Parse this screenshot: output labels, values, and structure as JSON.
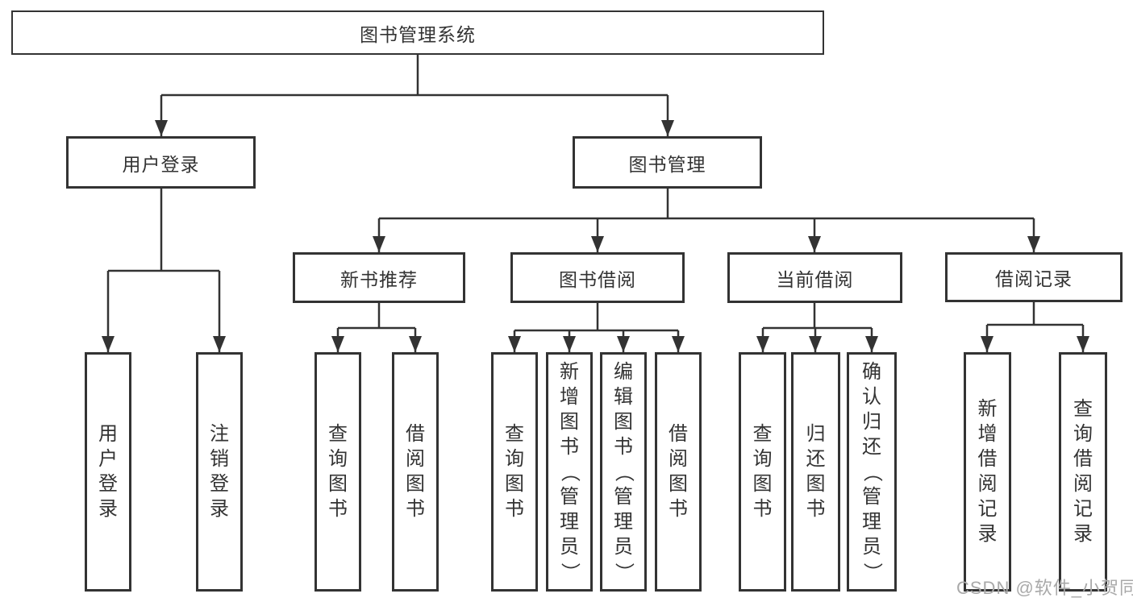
{
  "diagram": {
    "root": {
      "label": "图书管理系统"
    },
    "level2": [
      {
        "id": "user-login",
        "label": "用户登录"
      },
      {
        "id": "book-management",
        "label": "图书管理"
      }
    ],
    "level3": [
      {
        "id": "new-book-recommend",
        "label": "新书推荐"
      },
      {
        "id": "book-borrow",
        "label": "图书借阅"
      },
      {
        "id": "current-borrow",
        "label": "当前借阅"
      },
      {
        "id": "borrow-records",
        "label": "借阅记录"
      }
    ],
    "leaves": [
      {
        "id": "user-login-leaf",
        "label": "用户登录"
      },
      {
        "id": "logout-leaf",
        "label": "注销登录"
      },
      {
        "id": "search-books-recommend",
        "label": "查询图书"
      },
      {
        "id": "borrow-books-recommend",
        "label": "借阅图书"
      },
      {
        "id": "search-books-borrow",
        "label": "查询图书"
      },
      {
        "id": "add-book-admin",
        "label": "新增图书（管理员）"
      },
      {
        "id": "edit-book-admin",
        "label": "编辑图书（管理员）"
      },
      {
        "id": "borrow-book",
        "label": "借阅图书"
      },
      {
        "id": "search-books-current",
        "label": "查询图书"
      },
      {
        "id": "return-book",
        "label": "归还图书"
      },
      {
        "id": "confirm-return-admin",
        "label": "确认归还（管理员）"
      },
      {
        "id": "add-borrow-record",
        "label": "新增借阅记录"
      },
      {
        "id": "search-borrow-record",
        "label": "查询借阅记录"
      }
    ]
  },
  "watermark": {
    "text": "CSDN @软件_小贺同学"
  },
  "colors": {
    "line": "#333333",
    "text": "#333333",
    "background": "#ffffff",
    "watermark": "#a9a9a9"
  }
}
